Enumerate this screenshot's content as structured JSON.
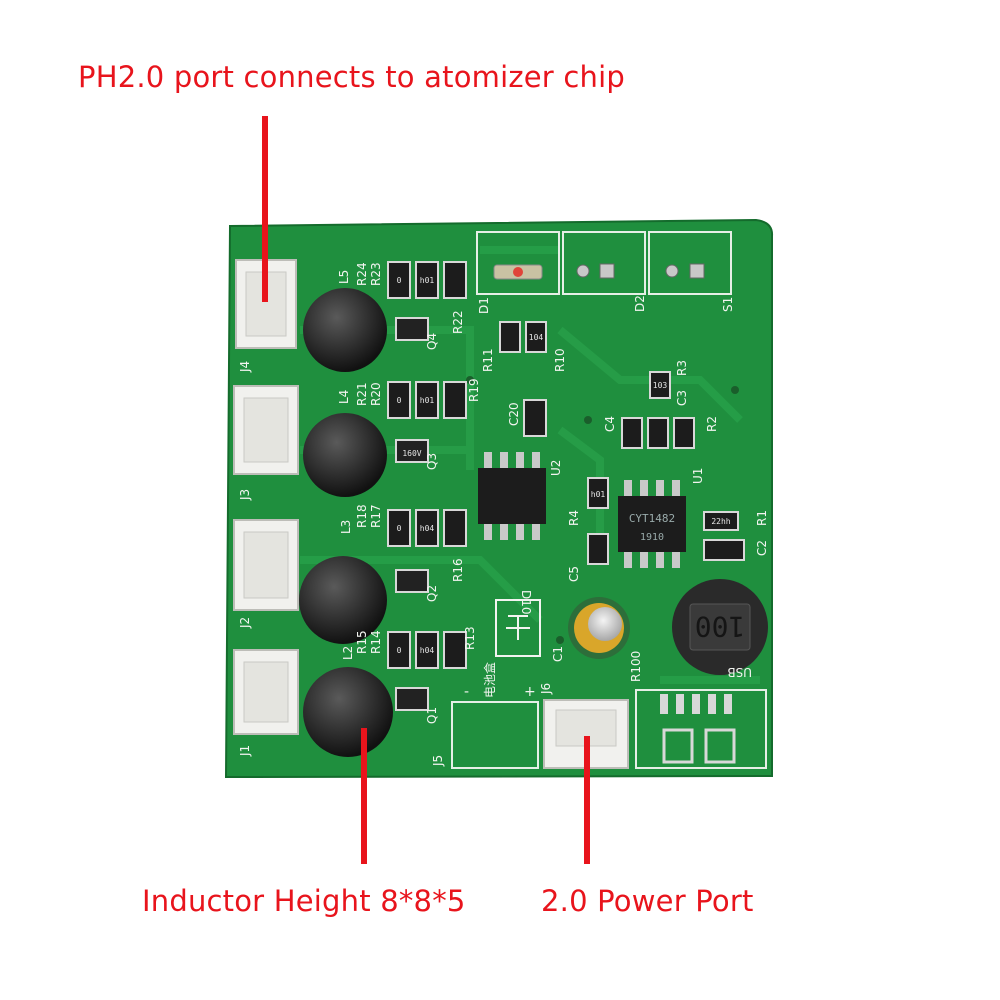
{
  "annotations": {
    "top_label": "PH2.0 port connects to atomizer chip",
    "inductor_label": "Inductor Height 8*8*5",
    "power_label": "2.0 Power Port"
  },
  "silkscreen": {
    "connectors": [
      "J4",
      "J3",
      "J2",
      "J1",
      "J5",
      "J6"
    ],
    "inductors": [
      "L5",
      "L4",
      "L3",
      "L2"
    ],
    "mosfets": [
      "Q4",
      "Q3",
      "Q2",
      "Q1"
    ],
    "resistors": [
      "R24",
      "R23",
      "R22",
      "R21",
      "R20",
      "R19",
      "R18",
      "R17",
      "R16",
      "R15",
      "R14",
      "R13",
      "R11",
      "R10",
      "R4",
      "R3",
      "R2",
      "R1",
      "R100"
    ],
    "capacitors": [
      "C20",
      "C5",
      "C4",
      "C3",
      "C2",
      "C1"
    ],
    "diodes": [
      "D1",
      "D2",
      "D10"
    ],
    "switch": "S1",
    "ics": [
      "U2",
      "U1"
    ],
    "ic_marking": "CYT1482",
    "ic_code": "1910",
    "power_inductor_marking": "100",
    "usb_label": "USB",
    "battery_label": "电池盒",
    "plus_sign": "+",
    "minus_sign": "-",
    "resistor_codes": [
      "0",
      "h01",
      "0",
      "h01",
      "0",
      "h04",
      "0",
      "h04",
      "h01",
      "22hh",
      "103",
      "104"
    ],
    "mosfet_code": "160V"
  },
  "colors": {
    "pcb": "#1f8f3e",
    "pcb_dark": "#146b2c",
    "trace": "#2aa44d",
    "silkscreen": "#f2f4f0",
    "annotation": "#e8141c",
    "connector": "#f1f1ee",
    "inductor": "#2b2b2b",
    "ic": "#1c1c1c"
  }
}
